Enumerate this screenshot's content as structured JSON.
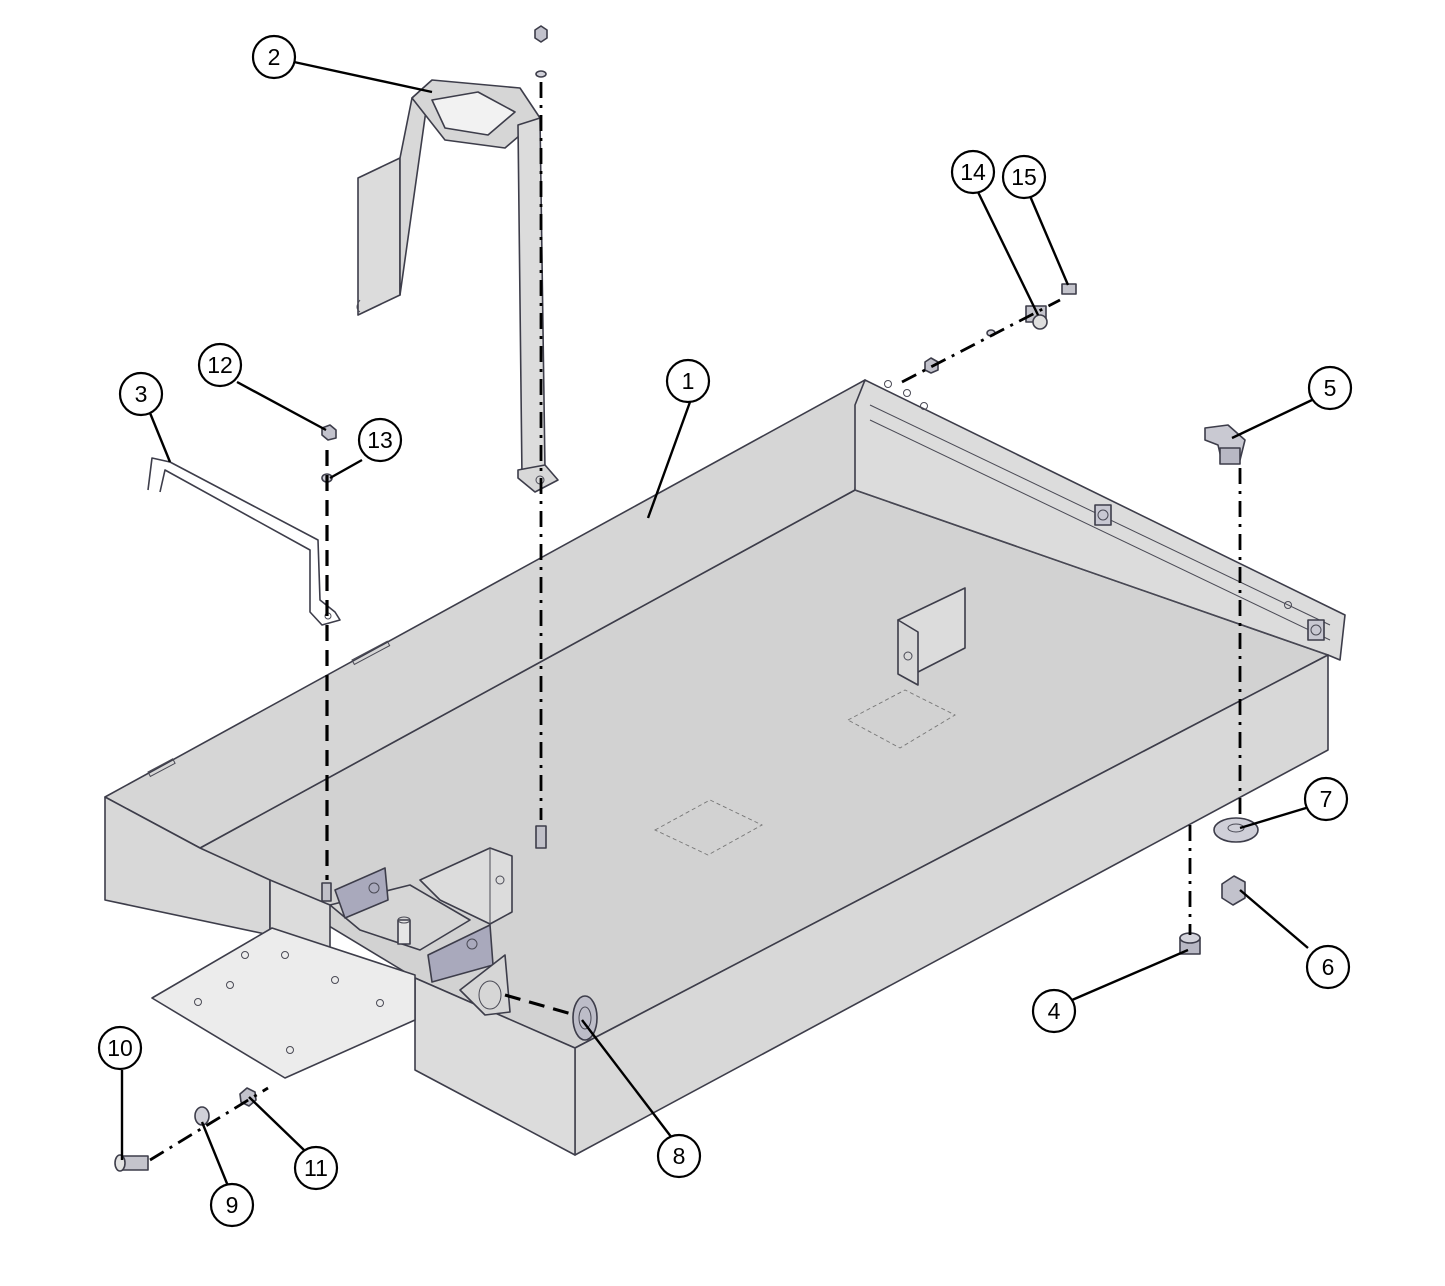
{
  "diagram": {
    "colors": {
      "metal_top": "#d6d6d6",
      "metal_floor": "#d2d2d2",
      "metal_side": "#dcdcdc",
      "metal_front": "#d8d8d8",
      "bracket_tint": "#a9a9bc",
      "plate": "#ececec",
      "outline": "#3d3d4a"
    },
    "callouts": [
      {
        "id": "1",
        "label": "1"
      },
      {
        "id": "2",
        "label": "2"
      },
      {
        "id": "3",
        "label": "3"
      },
      {
        "id": "4",
        "label": "4"
      },
      {
        "id": "5",
        "label": "5"
      },
      {
        "id": "6",
        "label": "6"
      },
      {
        "id": "7",
        "label": "7"
      },
      {
        "id": "8",
        "label": "8"
      },
      {
        "id": "9",
        "label": "9"
      },
      {
        "id": "10",
        "label": "10"
      },
      {
        "id": "11",
        "label": "11"
      },
      {
        "id": "12",
        "label": "12"
      },
      {
        "id": "13",
        "label": "13"
      },
      {
        "id": "14",
        "label": "14"
      },
      {
        "id": "15",
        "label": "15"
      }
    ]
  }
}
